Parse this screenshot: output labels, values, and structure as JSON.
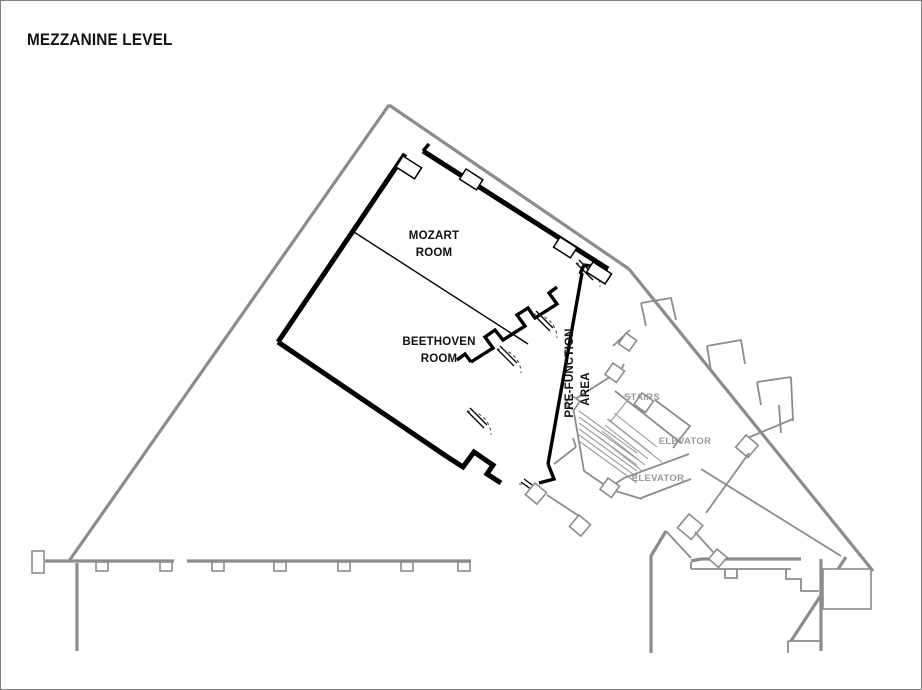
{
  "page": {
    "title": "MEZZANINE LEVEL",
    "border_color": "#808080",
    "background": "#ffffff"
  },
  "floorplan": {
    "type": "architectural-floor-plan",
    "level_name": "MEZZANINE LEVEL",
    "primary_wall_color": "#000000",
    "secondary_wall_color": "#8c8c8c",
    "label_color_rooms": "#111111",
    "label_color_utility": "#9a9a9a",
    "rooms": [
      {
        "id": "mozart",
        "label_line1": "MOZART",
        "label_line2": "ROOM"
      },
      {
        "id": "beethoven",
        "label_line1": "BEETHOVEN",
        "label_line2": "ROOM"
      },
      {
        "id": "prefunction",
        "label_line1": "PRE-FUNCTION",
        "label_line2": "AREA",
        "rotated": "true"
      }
    ],
    "utilities": [
      {
        "id": "stairs",
        "label": "STAIRS"
      },
      {
        "id": "elevator-1",
        "label": "ELEVATOR"
      },
      {
        "id": "elevator-2",
        "label": "ELEVATOR"
      }
    ]
  }
}
